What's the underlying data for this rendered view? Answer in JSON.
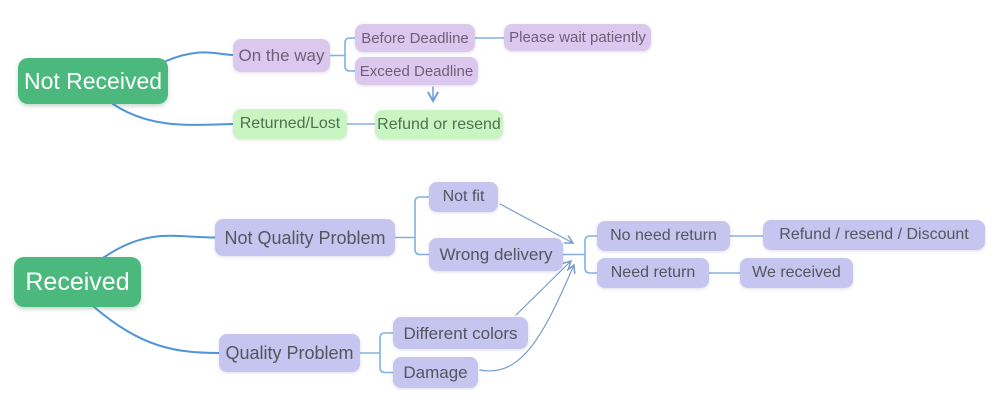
{
  "palette": {
    "root_green": "#4bb97e",
    "lilac_bg": "#dcc8ee",
    "lilac_text": "#6d5f78",
    "lightgreen_bg": "#c8f5c1",
    "lightgreen_text": "#4c7254",
    "periwinkle_bg": "#c6c5ef",
    "periwinkle_text": "#55545f",
    "line_main": "#4e96d9",
    "line_soft": "#82b0e2",
    "line_arrow": "#7c9cca",
    "line_down": "#6f9fd8"
  },
  "not_received_tree": {
    "root": "Not Received",
    "on_the_way": "On the way",
    "before_deadline": "Before Deadline",
    "exceed_deadline": "Exceed Deadline",
    "please_wait": "Please wait patiently",
    "returned_lost": "Returned/Lost",
    "refund_or_resend": "Refund or resend"
  },
  "received_tree": {
    "root": "Received",
    "not_quality_problem": "Not Quality Problem",
    "not_fit": "Not fit",
    "wrong_delivery": "Wrong delivery",
    "quality_problem": "Quality Problem",
    "different_colors": "Different colors",
    "damage": "Damage",
    "no_need_return": "No need return",
    "refund_resend_discount": "Refund / resend / Discount",
    "need_return": "Need return",
    "we_received": "We received"
  }
}
